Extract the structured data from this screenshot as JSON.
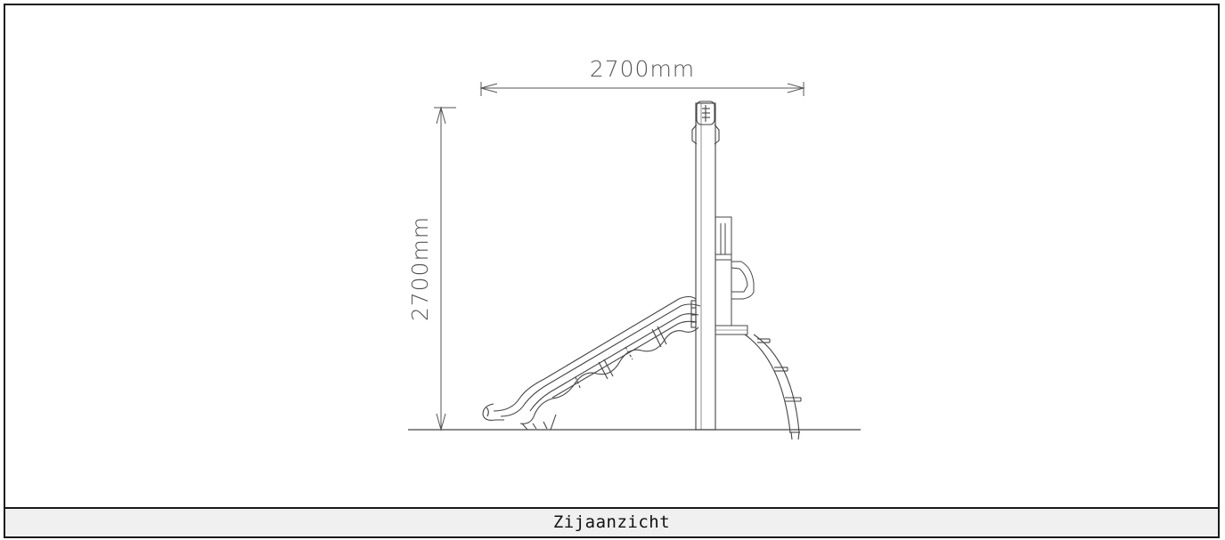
{
  "drawing": {
    "width_dimension": "2700mm",
    "height_dimension": "2700mm"
  },
  "caption": {
    "label": "Zijaanzicht"
  },
  "colors": {
    "line": "#4a4a4a",
    "dimension": "#555555",
    "caption_background": "#f0f0f0",
    "border": "#1a1a1a"
  }
}
